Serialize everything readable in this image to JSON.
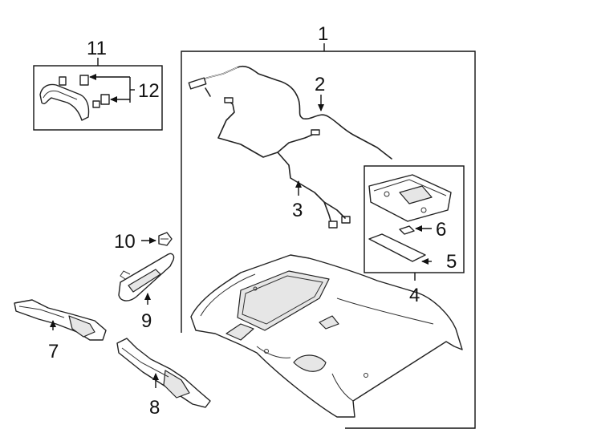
{
  "diagram": {
    "callouts": {
      "c1": "1",
      "c2": "2",
      "c3": "3",
      "c4": "4",
      "c5": "5",
      "c6": "6",
      "c7": "7",
      "c8": "8",
      "c9": "9",
      "c10": "10",
      "c11": "11",
      "c12": "12"
    },
    "parts": [
      {
        "id": "1",
        "name": "headliner"
      },
      {
        "id": "2",
        "name": "roof-wire-harness"
      },
      {
        "id": "3",
        "name": "harness-drop-lead"
      },
      {
        "id": "4",
        "name": "dome-lamp-assembly"
      },
      {
        "id": "5",
        "name": "lamp-lens"
      },
      {
        "id": "6",
        "name": "lamp-bulb"
      },
      {
        "id": "7",
        "name": "rear-trim-bracket"
      },
      {
        "id": "8",
        "name": "side-rail-bracket"
      },
      {
        "id": "9",
        "name": "sun-visor"
      },
      {
        "id": "10",
        "name": "visor-clip"
      },
      {
        "id": "11",
        "name": "grab-handle"
      },
      {
        "id": "12",
        "name": "handle-caps"
      }
    ],
    "colors": {
      "line": "#222222",
      "background": "#ffffff",
      "shade": "#e6e6e6"
    }
  }
}
